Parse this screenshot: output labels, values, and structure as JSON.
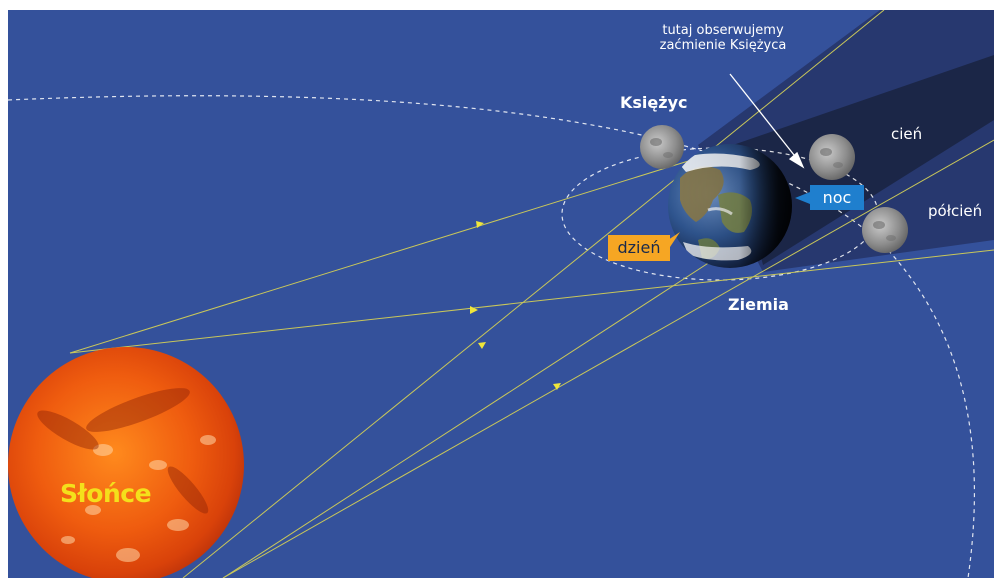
{
  "labels": {
    "note_line1": "tutaj obserwujemy",
    "note_line2": "zaćmienie Księżyca",
    "moon": "Księżyc",
    "earth": "Ziemia",
    "umbra": "cień",
    "penumbra": "półcień",
    "night": "noc",
    "day": "dzień",
    "sun": "Słońce"
  },
  "colors": {
    "background": "#34519b",
    "umbra": "#1b2647",
    "penumbra": "#27386f",
    "sun": "#e8560d",
    "sun_label": "#f4e01b",
    "night_tag": "#1f7fce",
    "day_tag": "#f6a623",
    "light_rays": "#c9c75a",
    "orbits": "#ffffff"
  },
  "icons": {
    "sun": "sun-disc-icon",
    "earth": "earth-globe-icon",
    "moon": "moon-disc-icon",
    "arrow": "arrow-icon"
  }
}
